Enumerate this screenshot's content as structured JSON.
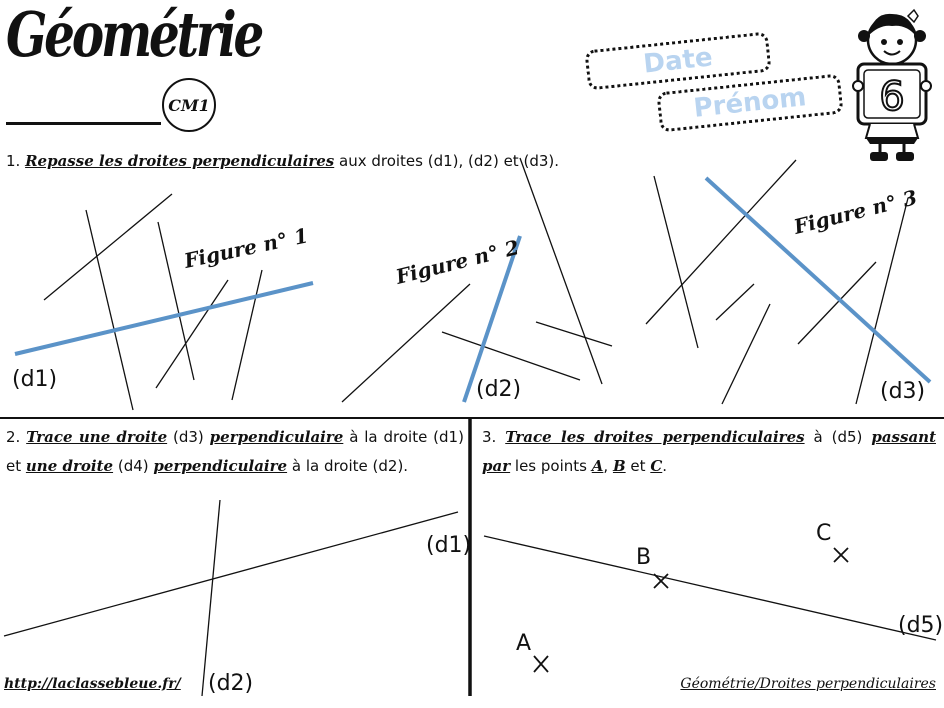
{
  "header": {
    "title": "Géométrie",
    "level": "CM1",
    "date_label": "Date",
    "name_label": "Prénom",
    "sheet_number": "6"
  },
  "ex1": {
    "number": "1.",
    "verb": "Repasse les droites perpendiculaires",
    "rest": "aux droites (d1), (d2) et (d3).",
    "fig1": "Figure n° 1",
    "fig2": "Figure n° 2",
    "fig3": "Figure n° 3",
    "d1": "(d1)",
    "d2": "(d2)",
    "d3": "(d3)"
  },
  "ex2": {
    "number": "2.",
    "w1": "Trace une droite",
    "w2": "(d3)",
    "w3": "perpendiculaire",
    "w4": "à la droite (d1) et",
    "w5": "une droite",
    "w6": "(d4)",
    "w7": "perpendiculaire",
    "w8": "à la droite (d2).",
    "d1": "(d1)",
    "d2": "(d2)"
  },
  "ex3": {
    "number": "3.",
    "w1": "Trace les droites perpendiculaires",
    "w2": "à (d5)",
    "w3": "passant par",
    "w4": "les points",
    "pA": "A",
    "pB": "B",
    "w5": "et",
    "pC": "C",
    "dot": ".",
    "d5": "(d5)",
    "A": "A",
    "B": "B",
    "C": "C"
  },
  "footer": {
    "url": "http://laclassebleue.fr/",
    "topic": "Géométrie/Droites perpendiculaires"
  },
  "colors": {
    "blue_line": "#5b93c8",
    "field_text": "#b9d4f0"
  }
}
